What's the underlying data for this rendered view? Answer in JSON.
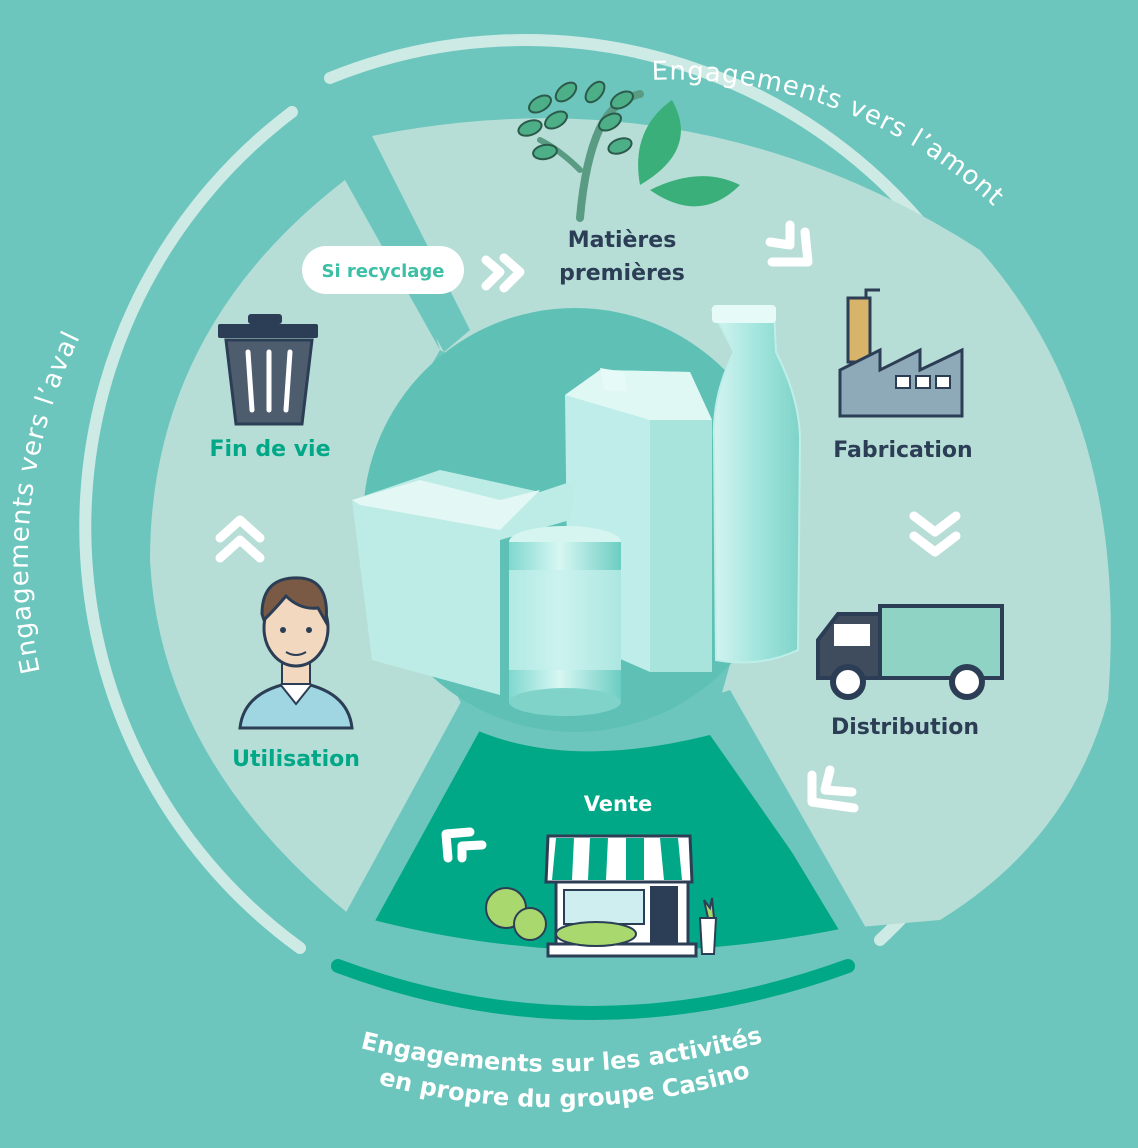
{
  "stages": {
    "matieres_line1": "Matières",
    "matieres_line2": "premières",
    "fabrication": "Fabrication",
    "distribution": "Distribution",
    "vente": "Vente",
    "utilisation": "Utilisation",
    "fin_de_vie": "Fin de vie"
  },
  "recycle_pill": "Si recyclage",
  "arc_labels": {
    "amont": "Engagements vers l’amont",
    "aval": "Engagements vers l’aval",
    "casino_line1": "Engagements sur les activités",
    "casino_line2": "en propre du groupe Casino"
  },
  "colors": {
    "background": "#6cc6bd",
    "sector_light": "#b6ded6",
    "vente_sector": "#00a887",
    "center_disc": "#5fc1b6",
    "dark_navy": "#2c3e55",
    "accent_green": "#00a887",
    "arc_light": "#cdeae5"
  },
  "icons": {
    "matieres": "tree-icon",
    "fabrication": "factory-icon",
    "distribution": "truck-icon",
    "vente": "shop-icon",
    "utilisation": "person-icon",
    "fin_de_vie": "trash-bin-icon",
    "center": "packaging-products-icon"
  }
}
